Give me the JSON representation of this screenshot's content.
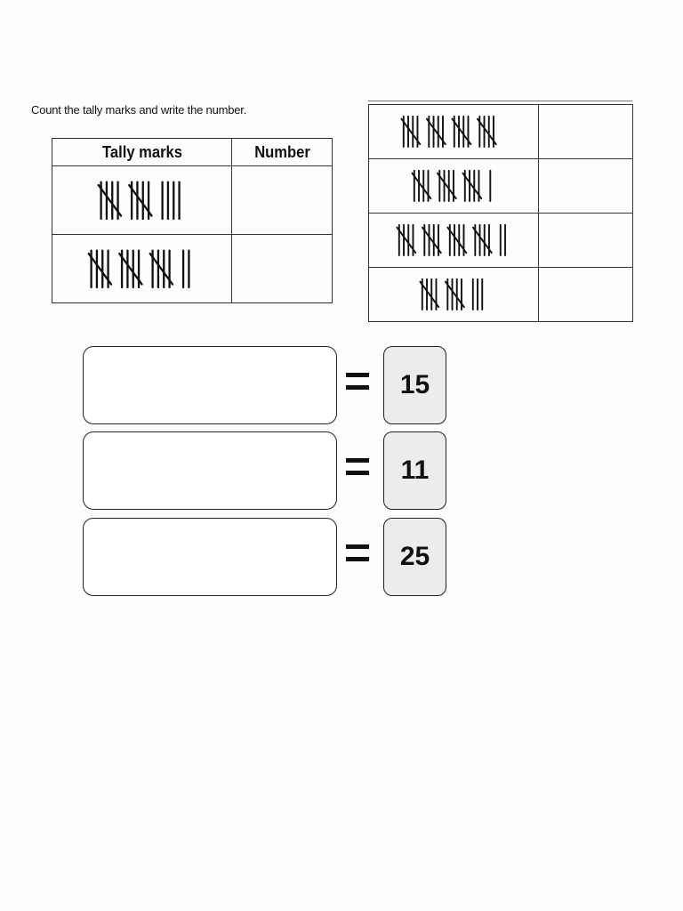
{
  "instruction": "Count the tally marks and write the number.",
  "table_left": {
    "headers": [
      "Tally marks",
      "Number"
    ],
    "rows": [
      {
        "tally": 14,
        "number": ""
      },
      {
        "tally": 17,
        "number": ""
      }
    ]
  },
  "table_right": {
    "rows": [
      {
        "tally": 20,
        "number": ""
      },
      {
        "tally": 16,
        "number": ""
      },
      {
        "tally": 22,
        "number": ""
      },
      {
        "tally": 13,
        "number": ""
      }
    ]
  },
  "matching": {
    "equals_symbol": "=",
    "items": [
      {
        "answer": "",
        "number": "15"
      },
      {
        "answer": "",
        "number": "11"
      },
      {
        "answer": "",
        "number": "25"
      }
    ]
  }
}
